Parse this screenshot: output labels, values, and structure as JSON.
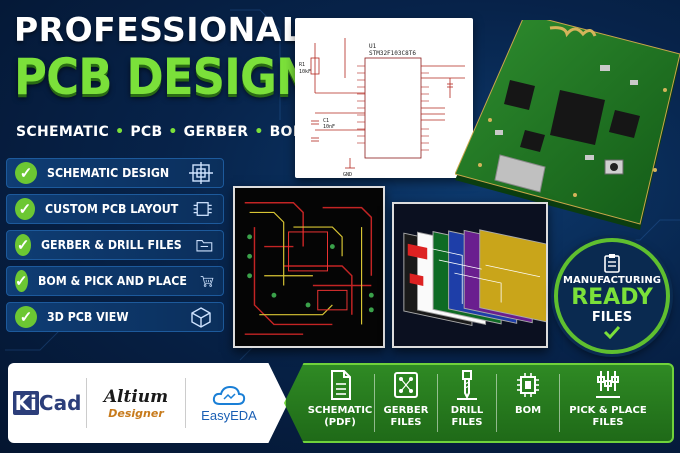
{
  "headline": {
    "line1": "PROFESSIONAL",
    "line2": "PCB DESIGN"
  },
  "subtitle": {
    "items": [
      "SCHEMATIC",
      "PCB",
      "GERBER",
      "BOM"
    ],
    "separator": "•"
  },
  "features": [
    {
      "label": "SCHEMATIC DESIGN",
      "icon": "schematic-target-icon"
    },
    {
      "label": "CUSTOM PCB LAYOUT",
      "icon": "chip-icon"
    },
    {
      "label": "GERBER & DRILL FILES",
      "icon": "folder-icon"
    },
    {
      "label": "BOM & PICK AND PLACE",
      "icon": "cart-icon"
    },
    {
      "label": "3D PCB VIEW",
      "icon": "cube-icon"
    }
  ],
  "schematic": {
    "chip_ref": "U1",
    "chip_name": "STM32F103C8T6",
    "r1_label": "R1",
    "r1_value": "10kF",
    "c1_label": "C1",
    "c1_value": "10nF",
    "gnd_label": "GND"
  },
  "badge": {
    "line1": "MANUFACTURING",
    "line2": "READY",
    "line3": "FILES"
  },
  "logos": {
    "kicad_prefix": "Ki",
    "kicad_suffix": "Cad",
    "altium_name": "Altium",
    "altium_sub": "Designer",
    "easyeda": "EasyEDA"
  },
  "deliverables": [
    {
      "label": "SCHEMATIC\n(PDF)",
      "icon": "document-icon"
    },
    {
      "label": "GERBER\nFILES",
      "icon": "board-icon"
    },
    {
      "label": "DRILL\nFILES",
      "icon": "drill-icon"
    },
    {
      "label": "BOM",
      "icon": "chip-icon"
    },
    {
      "label": "PICK & PLACE\nFILES",
      "icon": "pick-place-icon"
    }
  ],
  "colors": {
    "accent_green": "#7be03a",
    "panel_blue": "#0f3d74",
    "background": "#07234a"
  }
}
